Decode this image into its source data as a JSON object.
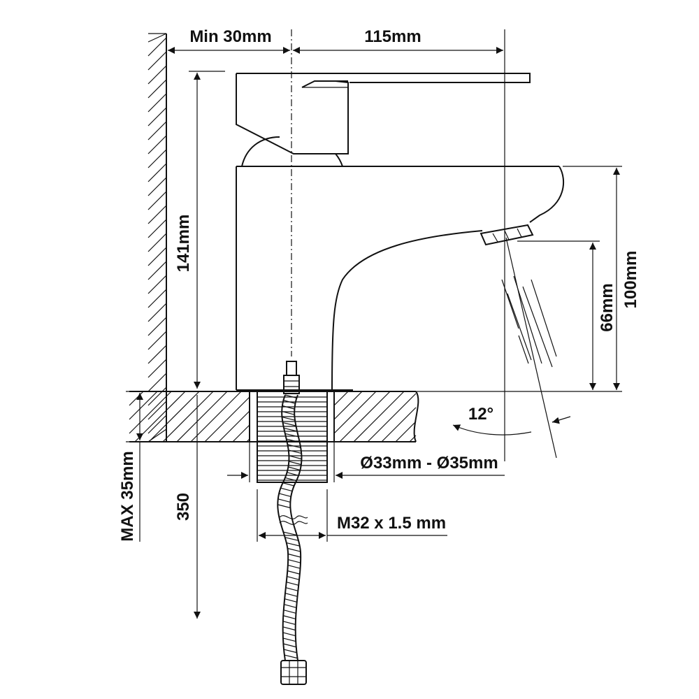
{
  "dimensions": {
    "wall_clearance": "Min 30mm",
    "spout_reach": "115mm",
    "total_height": "141mm",
    "spout_height_from_deck": "100mm",
    "aerator_height": "66mm",
    "spray_angle": "12°",
    "mounting_hole_diameter": "Ø33mm - Ø35mm",
    "max_deck_thickness": "MAX 35mm",
    "hose_length": "350",
    "thread_size": "M32 x 1.5 mm"
  }
}
